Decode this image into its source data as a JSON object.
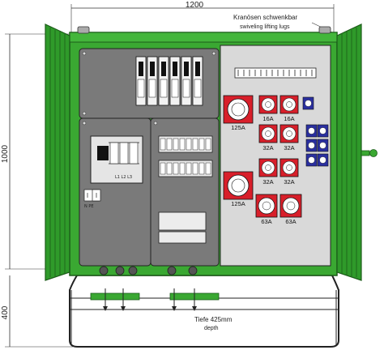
{
  "dimensions": {
    "width": "1200",
    "height": "1000",
    "base_height": "400"
  },
  "annotations": {
    "lifting_lugs_de": "Kranösen schwenkbar",
    "lifting_lugs_en": "swiveling lifting lugs",
    "depth_de": "Tiefe 425mm",
    "depth_en": "depth"
  },
  "switch_labels": {
    "n_pe": "N  PE",
    "l_phases": "L1  L2  L3"
  },
  "socket_ratings": {
    "cee_125a_top": "125A",
    "cee_16a_1": "16A",
    "cee_16a_2": "16A",
    "cee_32a_1": "32A",
    "cee_32a_2": "32A",
    "cee_32a_3": "32A",
    "cee_32a_4": "32A",
    "cee_125a_bottom": "125A",
    "cee_63a_1": "63A",
    "cee_63a_2": "63A"
  },
  "colors": {
    "cabinet_green": "#3aa832",
    "door_green": "#2f9a2a",
    "panel_gray": "#7a7a7a",
    "right_panel_gray": "#d9d9d9",
    "socket_red": "#d81f2a",
    "schuko_blue": "#2a2fa0"
  }
}
